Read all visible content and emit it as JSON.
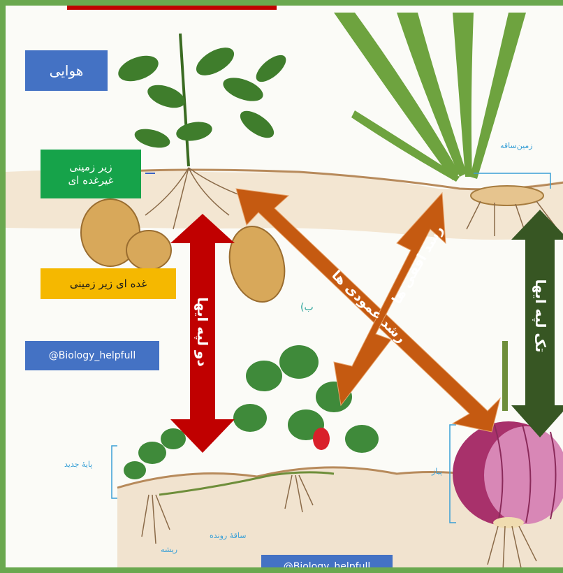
{
  "labels": {
    "aerial": "هوایی",
    "underground_non_tuber": "زیر زمینی\nغیرغده ای",
    "underground_tuber": "غده ای زیر زمینی",
    "watermark_1": "@Biology_helpfull",
    "watermark_2": "@Biology_helpfull",
    "rhizome": "زمین‌ساقه",
    "part_b": "ب)",
    "onion": "پیاز",
    "new_plant": "پایهٔ جدید",
    "root": "ریشه",
    "runner": "ساقهٔ رونده"
  },
  "arrows": {
    "dicots": "دو لپه ایها",
    "monocots": "تک لپه ایها",
    "horizontal_growth": "رشد افقی ها",
    "vertical_growth": "رشد عمودی ها"
  },
  "colors": {
    "frame": "#6aa84f",
    "aerial_box": "#4472c4",
    "non_tuber_box": "#16a34a",
    "tuber_box": "#f5b800",
    "watermark_box": "#4472c4",
    "dicot_arrow": "#c00000",
    "monocot_arrow": "#375623",
    "orange_arrow": "#c55a11"
  }
}
